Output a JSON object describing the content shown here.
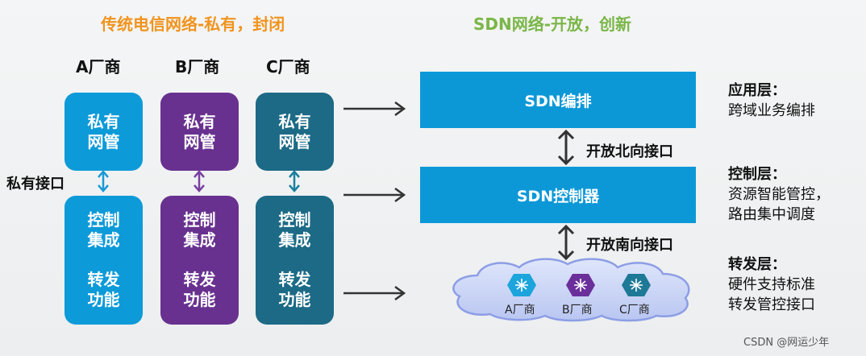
{
  "titles": {
    "left": "传统电信网络-私有，封闭",
    "right": "SDN网络-开放，创新"
  },
  "vendors": [
    "A厂商",
    "B厂商",
    "C厂商"
  ],
  "private_mgmt": [
    "私有",
    "网管"
  ],
  "control_lines": [
    "控制",
    "集成",
    "转发",
    "功能"
  ],
  "private_interface": "私有接口",
  "sdn": {
    "orchestration": "SDN编排",
    "controller": "SDN控制器",
    "northbound": "开放北向接口",
    "southbound": "开放南向接口"
  },
  "layers": {
    "app": {
      "title": "应用层：",
      "desc": [
        "跨域业务编排"
      ]
    },
    "control": {
      "title": "控制层：",
      "desc": [
        "资源智能管控，",
        "路由集中调度"
      ]
    },
    "forward": {
      "title": "转发层：",
      "desc": [
        "硬件支持标准",
        "转发管控接口"
      ]
    }
  },
  "cloud_vendors": [
    "A厂商",
    "B厂商",
    "C厂商"
  ],
  "colors": {
    "blue": "#0d9ad8",
    "purple": "#68318f",
    "teal": "#1c6a86",
    "orange_title": "#f0941e",
    "green_title": "#7ab648"
  },
  "watermark": "CSDN @网运少年"
}
